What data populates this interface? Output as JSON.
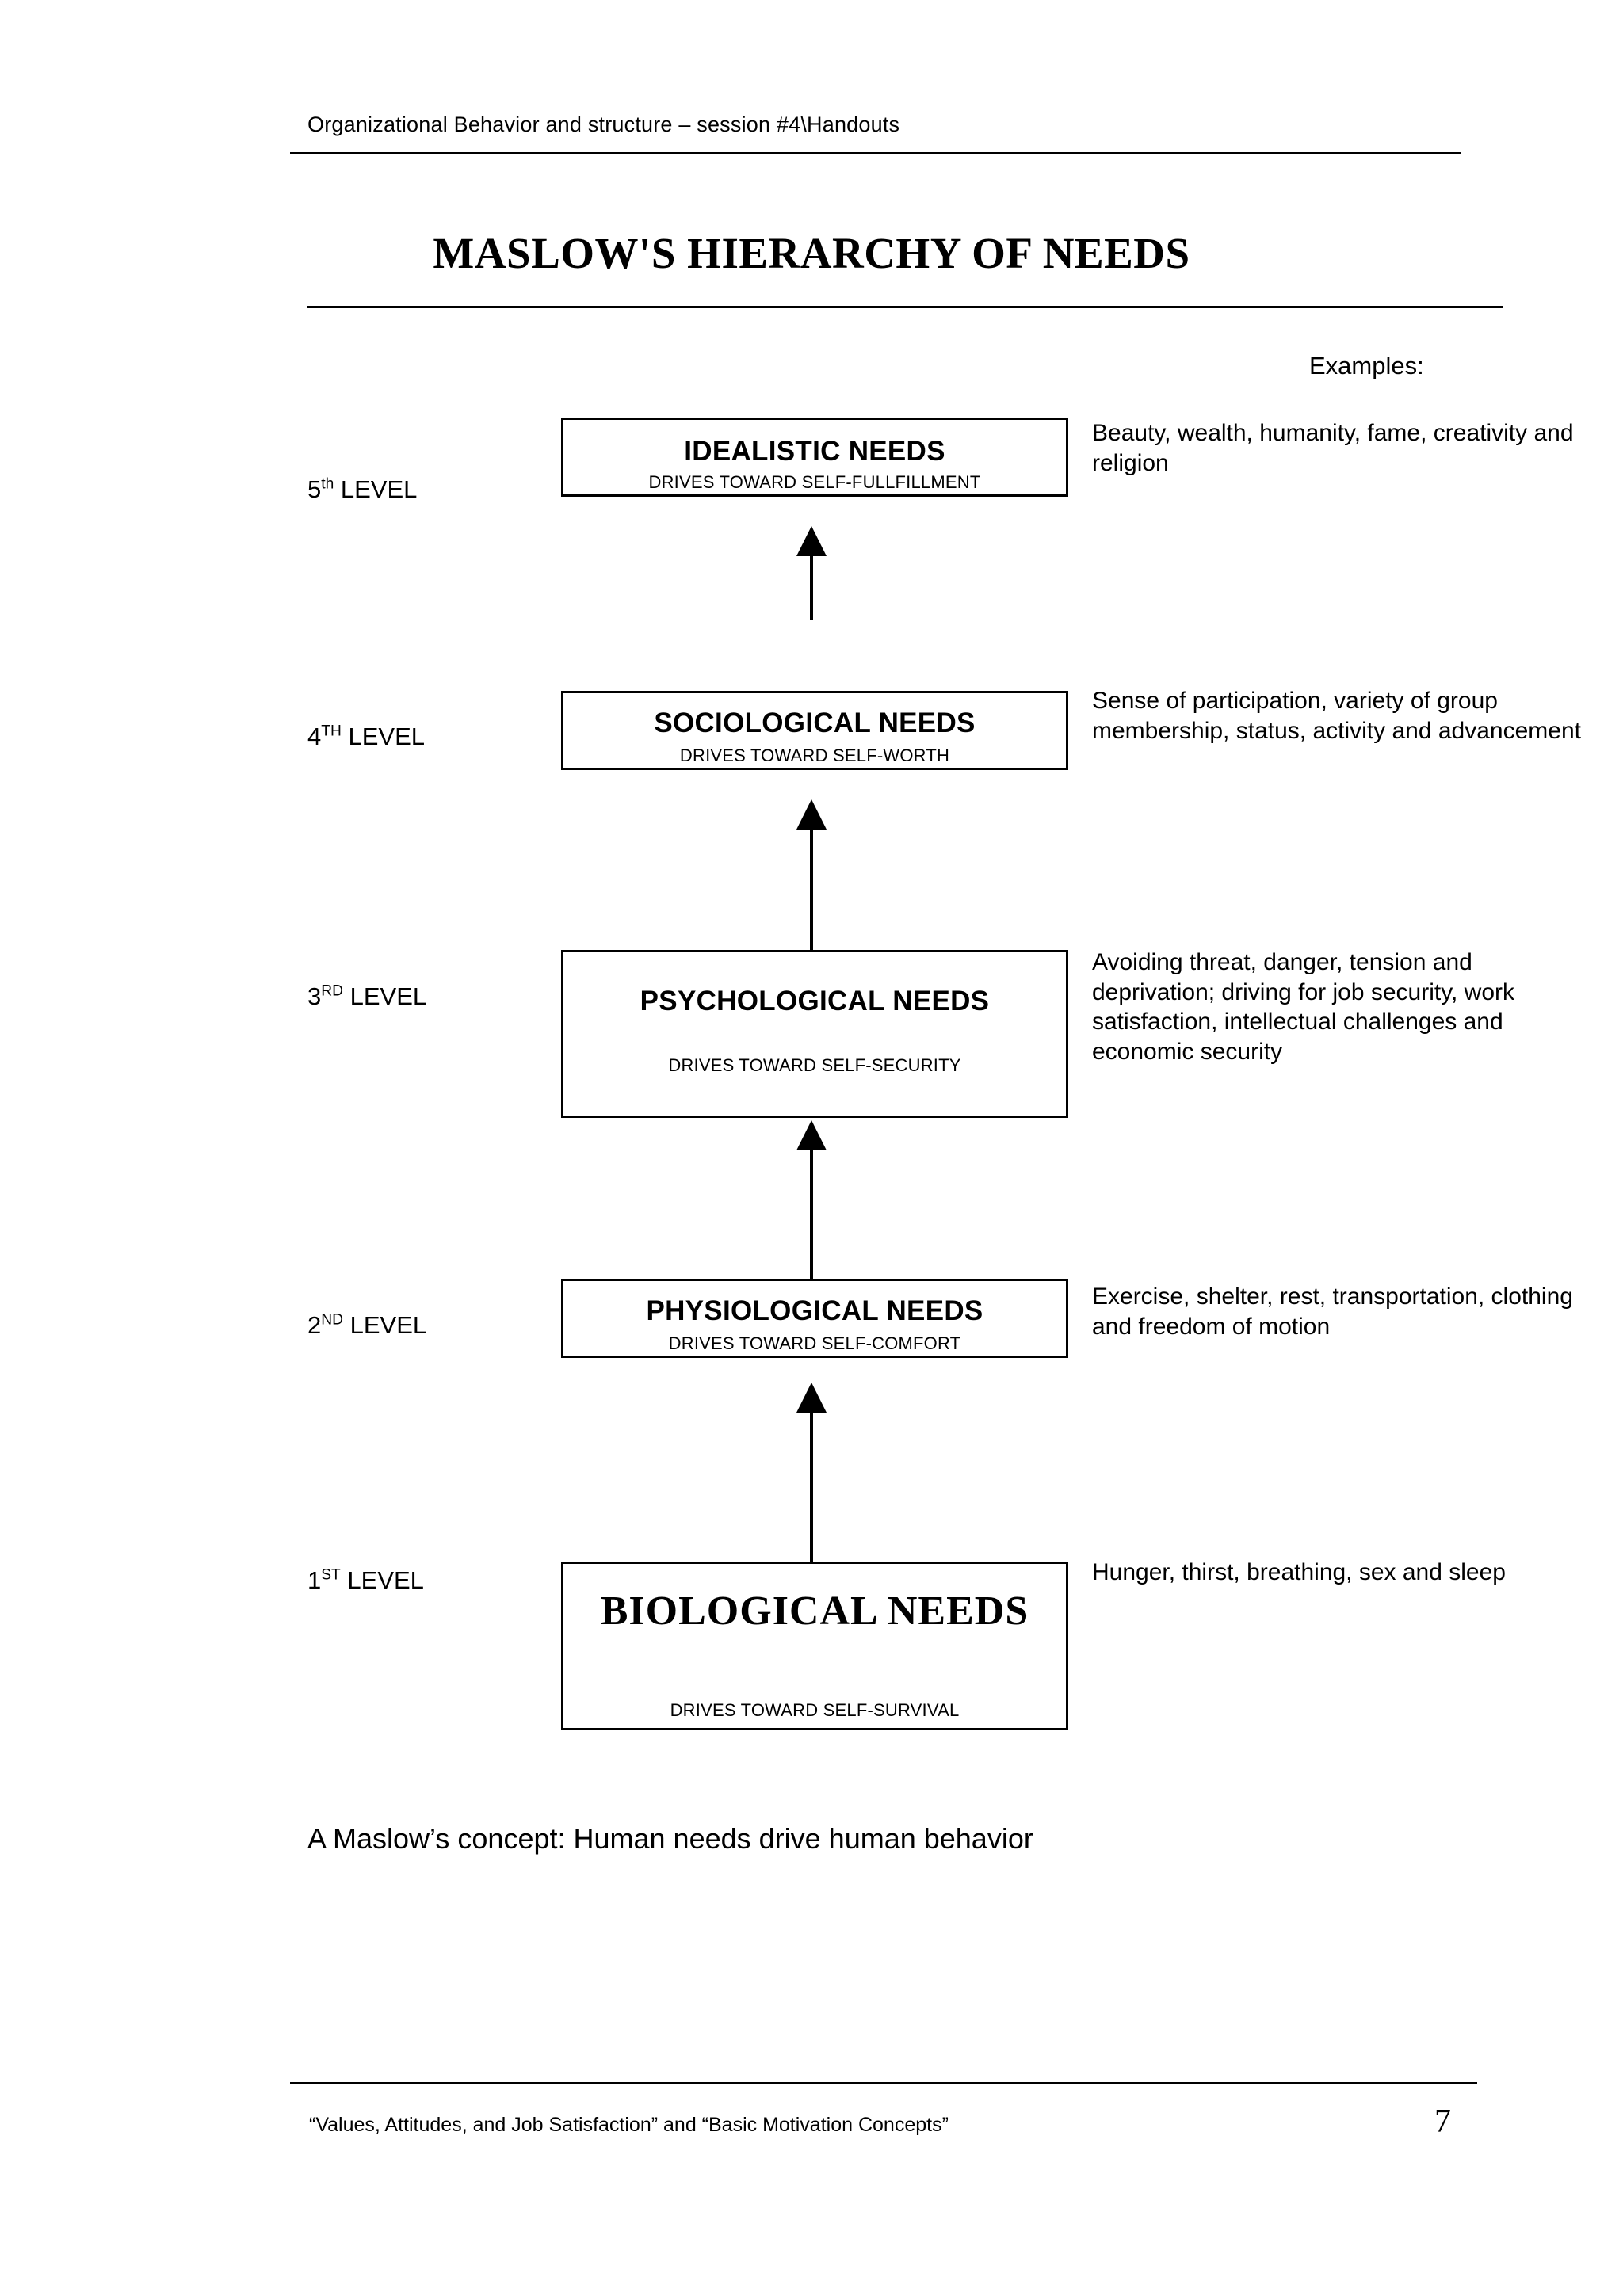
{
  "header": {
    "text": "Organizational Behavior and structure – session #4\\Handouts"
  },
  "title": "MASLOW'S HIERARCHY OF NEEDS",
  "examples_heading": "Examples:",
  "levels": [
    {
      "level_prefix": "5",
      "level_suffix": "th",
      "level_word": " LEVEL",
      "box_title": "IDEALISTIC NEEDS",
      "box_subtitle": "DRIVES TOWARD SELF-FULLFILLMENT",
      "example": "Beauty, wealth, humanity, fame, creativity and religion"
    },
    {
      "level_prefix": "4",
      "level_suffix": "TH",
      "level_word": " LEVEL",
      "box_title": "SOCIOLOGICAL NEEDS",
      "box_subtitle": "DRIVES TOWARD SELF-WORTH",
      "example": "Sense of participation, variety of group membership, status, activity and advancement"
    },
    {
      "level_prefix": "3",
      "level_suffix": "RD",
      "level_word": " LEVEL",
      "box_title": "PSYCHOLOGICAL NEEDS",
      "box_subtitle": "DRIVES TOWARD SELF-SECURITY",
      "example": "Avoiding threat, danger, tension and deprivation; driving for job security, work satisfaction, intellectual challenges and economic security"
    },
    {
      "level_prefix": "2",
      "level_suffix": "ND",
      "level_word": " LEVEL",
      "box_title": "PHYSIOLOGICAL NEEDS",
      "box_subtitle": "DRIVES TOWARD SELF-COMFORT",
      "example": "Exercise, shelter, rest, transportation, clothing and freedom of motion"
    },
    {
      "level_prefix": "1",
      "level_suffix": "ST",
      "level_word": " LEVEL",
      "box_title": "BIOLOGICAL NEEDS",
      "box_subtitle": "DRIVES TOWARD SELF-SURVIVAL",
      "example": "Hunger, thirst, breathing, sex and sleep"
    }
  ],
  "caption": "A Maslow’s concept: Human needs drive human behavior",
  "footer": {
    "text": "“Values, Attitudes, and Job Satisfaction” and “Basic Motivation Concepts”",
    "page_number": "7"
  },
  "colors": {
    "ink": "#000000",
    "paper": "#ffffff"
  }
}
